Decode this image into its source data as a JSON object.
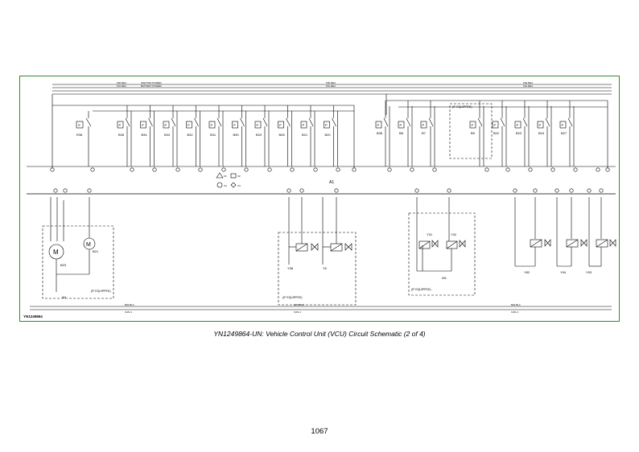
{
  "document": {
    "reference_id": "YN1249864",
    "caption": "YN1249864-UN: Vehicle Control Unit (VCU) Circuit Schematic (2 of 4)",
    "page_number": "1067"
  },
  "diagram": {
    "top_bus_labels": [
      "F60 RE4",
      "IGNITION POWER",
      "F60 RE4",
      "F60 RE4"
    ],
    "top_bus_sublabels": [
      "F61 RE4",
      "BATTERY POWER",
      "F61 RE4",
      "F61 RE4"
    ],
    "equipped_note": "(IF EQUIPPED)",
    "left_pressure_switches": [
      "B35",
      "B34",
      "B33",
      "B32",
      "B31",
      "B30",
      "B29",
      "B28",
      "B21",
      "B20"
    ],
    "right_pressure_switches_a": [
      "B36",
      "B8",
      "B7"
    ],
    "right_pressure_switches_b": [
      "B5",
      "B22",
      "B23",
      "B24",
      "B27"
    ],
    "first_sensor": "R36",
    "module_label": "A1",
    "connector_legend": [
      "X1",
      "X2",
      "X3",
      "X4"
    ],
    "motors": [
      "B23",
      "B21"
    ],
    "left_group_note": "(IF EQUIPPED)",
    "solenoids_mid": [
      "Y58",
      "Y6"
    ],
    "mid_group_note": "(IF EQUIPPED)",
    "solenoids_valve": [
      "Y31",
      "Y32"
    ],
    "valve_block": "W1",
    "valve_group_note": "(IF EQUIPPED)",
    "solenoids_right": [
      "Y82",
      "Y94",
      "Y93"
    ],
    "ground_label": "W4",
    "bottom_bus_labels": [
      "B02 BL4",
      "GAN BL4",
      "B02 BL4"
    ],
    "bottom_bus_sublabels": [
      "CAN-1",
      "CAN-1",
      "CAN-1"
    ]
  }
}
